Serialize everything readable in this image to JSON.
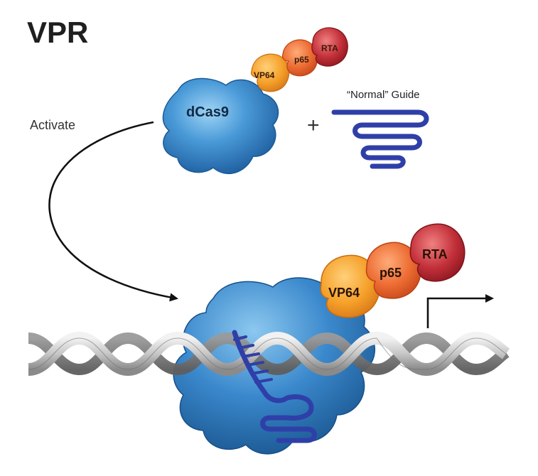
{
  "title": "VPR",
  "activate_label": "Activate",
  "plus_sign": "+",
  "guide_label": "“Normal” Guide",
  "dcas9_label": "dCas9",
  "domains": {
    "vp64": "VP64",
    "p65": "p65",
    "rta": "RTA"
  },
  "colors": {
    "dcas9": "#2a7fc4",
    "guide": "#2f3fa8",
    "vp64": "#f39c1f",
    "p65": "#e8612a",
    "rta": "#b52228",
    "dna": "#9a9a9a"
  }
}
